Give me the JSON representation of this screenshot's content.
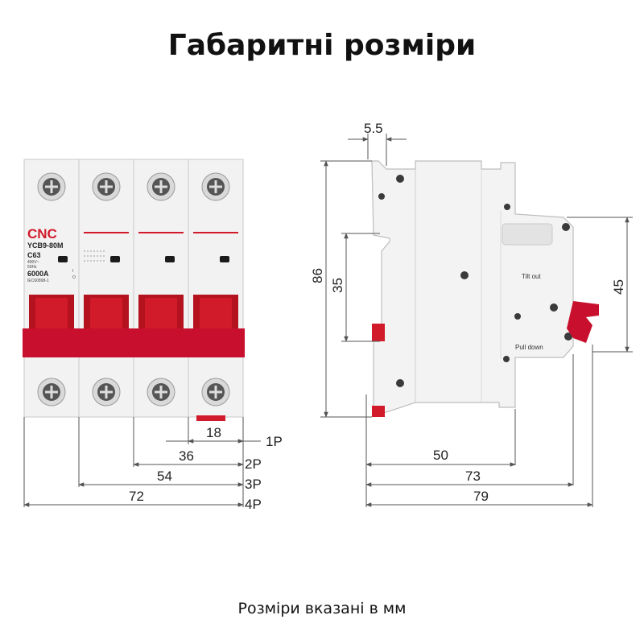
{
  "title": "Габаритні розміри",
  "footnote": "Розміри вказані в мм",
  "device": {
    "brand": "CNC",
    "model": "YCB9-80M",
    "rating": "C63",
    "voltage": "400V~",
    "frequency": "50Hz",
    "breaking_capacity": "6000A",
    "standard": "IEC60898-1",
    "side_label_top": "Tilt out",
    "side_label_bottom": "Pull down",
    "on_mark": "I",
    "off_mark": "O"
  },
  "front_dimensions": {
    "w1": "18",
    "w2": "36",
    "w3": "54",
    "w4": "72",
    "p1": "1P",
    "p2": "2P",
    "p3": "3P",
    "p4": "4P"
  },
  "side_dimensions": {
    "rail_offset": "5.5",
    "height": "86",
    "rail_height": "35",
    "cover_height": "45",
    "depth_front": "50",
    "depth_body": "73",
    "depth_total": "79"
  },
  "colors": {
    "accent": "#d11a2a",
    "body": "#f1f1f1",
    "outline": "#bdbdbd",
    "text": "#111111"
  }
}
